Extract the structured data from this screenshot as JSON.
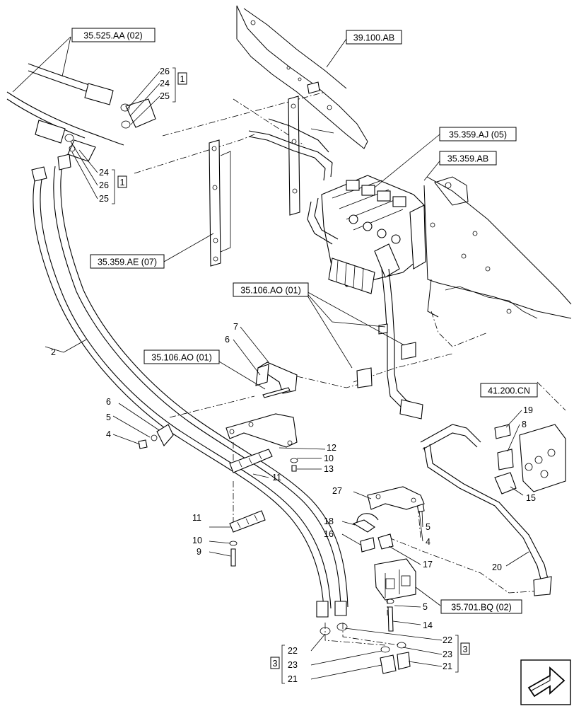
{
  "refs": {
    "r_35525": "35.525.AA (02)",
    "r_39100": "39.100.AB",
    "r_35359aj": "35.359.AJ (05)",
    "r_35359ab": "35.359.AB",
    "r_35359ae": "35.359.AE (07)",
    "r_35106a": "35.106.AO (01)",
    "r_35106b": "35.106.AO (01)",
    "r_41200": "41.200.CN",
    "r_35701": "35.701.BQ (02)"
  },
  "callouts": {
    "c26a": "26",
    "c24a": "24",
    "c25a": "25",
    "k1a": "1",
    "c24b": "24",
    "c26b": "26",
    "c25b": "25",
    "k1b": "1",
    "c2": "2",
    "c7": "7",
    "c6a": "6",
    "c6b": "6",
    "c5a": "5",
    "c4a": "4",
    "c12": "12",
    "c10a": "10",
    "c13": "13",
    "c11a": "11",
    "c11b": "11",
    "c10b": "10",
    "c9": "9",
    "c27": "27",
    "c18": "18",
    "c16": "16",
    "c5b": "5",
    "c4b": "4",
    "c17": "17",
    "c5c": "5",
    "c14": "14",
    "c19": "19",
    "c8": "8",
    "c15": "15",
    "c20": "20",
    "c22a": "22",
    "c23a": "23",
    "c21a": "21",
    "k3a": "3",
    "c22b": "22",
    "c23b": "23",
    "c21b": "21",
    "k3b": "3"
  }
}
